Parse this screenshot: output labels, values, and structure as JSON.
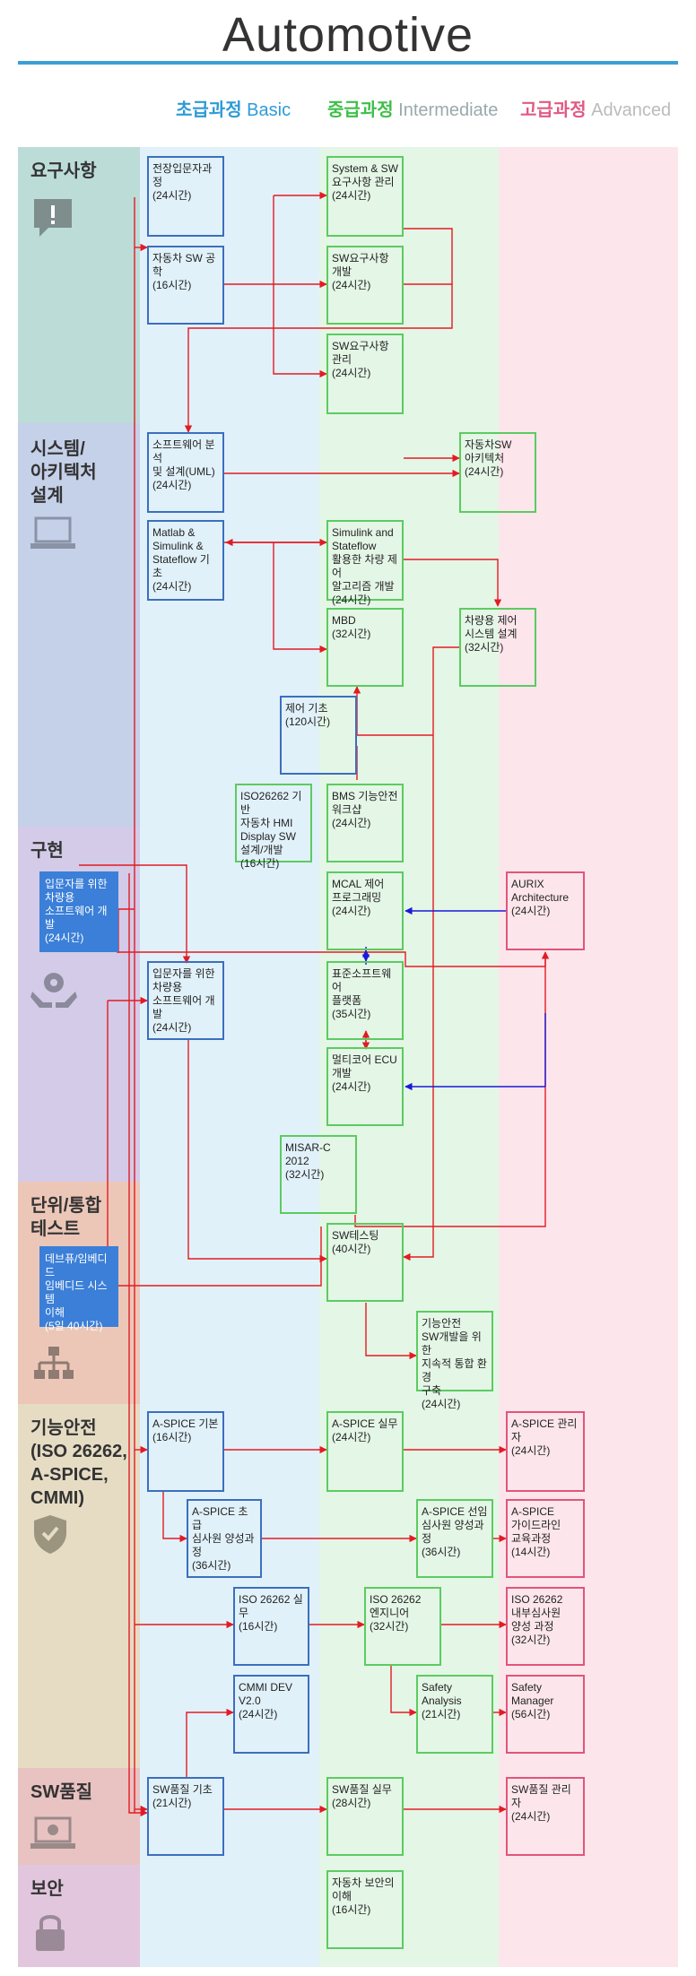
{
  "title": "Automotive",
  "columns": {
    "basic": {
      "ko": "초급과정",
      "en": "Basic",
      "color": "#2e9bd6"
    },
    "intermediate": {
      "ko": "중급과정",
      "en": "Intermediate",
      "color": "#3fbf4a"
    },
    "advanced": {
      "ko": "고급과정",
      "en": "Advanced",
      "color": "#e05a84"
    }
  },
  "categories": [
    {
      "label": "요구사항",
      "icon": "speech-bubble-alert-icon"
    },
    {
      "label": "시스템/\n아키텍처\n설계",
      "icon": "laptop-icon"
    },
    {
      "label": "구현",
      "icon": "gear-hands-icon"
    },
    {
      "label": "단위/통합\n테스트",
      "icon": "hierarchy-icon"
    },
    {
      "label": "기능안전\n(ISO 26262,\nA-SPICE,\nCMMI)",
      "icon": "shield-icon"
    },
    {
      "label": "SW품질",
      "icon": "laptop-gear-icon"
    },
    {
      "label": "보안",
      "icon": "lock-icon"
    }
  ],
  "courses": {
    "c1": "전장입문자과정\n(24시간)",
    "c2": "자동차 SW 공학\n(16시간)",
    "c3": "System & SW\n요구사항 관리\n(24시간)",
    "c4": "SW요구사항\n개발\n(24시간)",
    "c5": "SW요구사항\n관리\n(24시간)",
    "c6": "소프트웨어 분석\n및 설계(UML)\n(24시간)",
    "c7": "자동차SW\n아키텍처\n(24시간)",
    "c8": "Matlab &\nSimulink &\nStateflow 기초\n(24시간)",
    "c9": "Simulink and\nStateflow\n활용한 차량 제어\n알고리즘 개발\n(24시간)",
    "c10": "MBD\n(32시간)",
    "c11": "차량용 제어\n시스템 설계\n(32시간)",
    "c12": "제어 기초\n(120시간)",
    "c13": "ISO26262 기반\n자동차 HMI\nDisplay SW\n설계/개발\n(16시간)",
    "c14": "BMS 기능안전\n워크샵\n(24시간)",
    "c15": "입문자를 위한\n차량용\n소프트웨어 개발\n(24시간)",
    "c16": "MCAL 제어\n프로그래밍\n(24시간)",
    "c17": "AURIX\nArchitecture\n(24시간)",
    "c18": "입문자를 위한\n차량용\n소프트웨어 개발\n(24시간)",
    "c19": "표준소프트웨어\n플랫폼\n(35시간)",
    "c20": "멀티코어 ECU\n개발\n(24시간)",
    "c21": "MISAR-C 2012\n(32시간)",
    "c22": "SW테스팅\n(40시간)",
    "c23": "데브퓨/임베디드\n임베디드 시스템\n이해\n(5일 40시간)",
    "c24": "기능안전\nSW개발을 위한\n지속적 통합 환경\n구축\n(24시간)",
    "c25": "A-SPICE 기본\n(16시간)",
    "c26": "A-SPICE 실무\n(24시간)",
    "c27": "A-SPICE 관리자\n(24시간)",
    "c28": "A-SPICE 초급\n심사원 양성과정\n(36시간)",
    "c29": "A-SPICE 선임\n심사원 양성과정\n(36시간)",
    "c30": "A-SPICE\n가이드라인\n교육과정\n(14시간)",
    "c31": "ISO 26262 실무\n(16시간)",
    "c32": "ISO 26262\n엔지니어\n(32시간)",
    "c33": "ISO 26262\n내부심사원\n양성 과정\n(32시간)",
    "c34": "CMMI DEV V2.0\n(24시간)",
    "c35": "Safety Analysis\n(21시간)",
    "c36": "Safety\nManager\n(56시간)",
    "c37": "SW품질 기초\n(21시간)",
    "c38": "SW품질 실무\n(28시간)",
    "c39": "SW품질 관리자\n(24시간)",
    "c40": "자동차 보안의\n이해\n(16시간)"
  }
}
